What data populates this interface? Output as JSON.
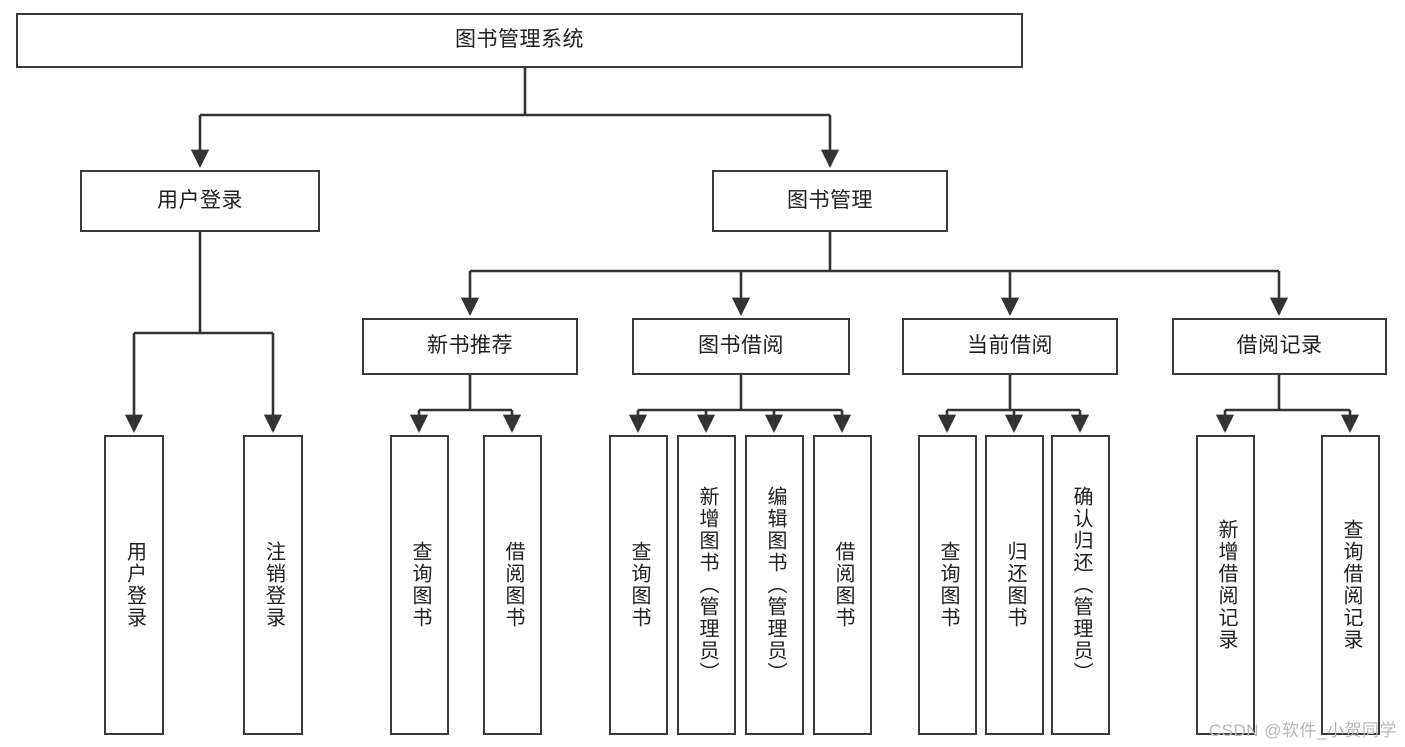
{
  "diagram": {
    "title": "图书管理系统",
    "watermark": "CSDN @软件_小贺同学",
    "colors": {
      "box_border": "#3a3a3a",
      "box_fill": "#ffffff",
      "edge": "#333333",
      "text": "#202020",
      "watermark": "#b8b8b8",
      "background": "#ffffff"
    }
  },
  "nodes": {
    "root": {
      "label": "图书管理系统"
    },
    "level2": [
      {
        "label": "用户登录"
      },
      {
        "label": "图书管理"
      }
    ],
    "level3": [
      {
        "label": "新书推荐"
      },
      {
        "label": "图书借阅"
      },
      {
        "label": "当前借阅"
      },
      {
        "label": "借阅记录"
      }
    ],
    "leaves": {
      "user_login": [
        {
          "label": "用户登录"
        },
        {
          "label": "注销登录"
        }
      ],
      "new_book_recommend": [
        {
          "label": "查询图书"
        },
        {
          "label": "借阅图书"
        }
      ],
      "book_borrow": [
        {
          "label": "查询图书"
        },
        {
          "label": "新增图书（管理员）"
        },
        {
          "label": "编辑图书（管理员）"
        },
        {
          "label": "借阅图书"
        }
      ],
      "current_borrow": [
        {
          "label": "查询图书"
        },
        {
          "label": "归还图书"
        },
        {
          "label": "确认归还（管理员）"
        }
      ],
      "borrow_record": [
        {
          "label": "新增借阅记录"
        },
        {
          "label": "查询借阅记录"
        }
      ]
    }
  }
}
